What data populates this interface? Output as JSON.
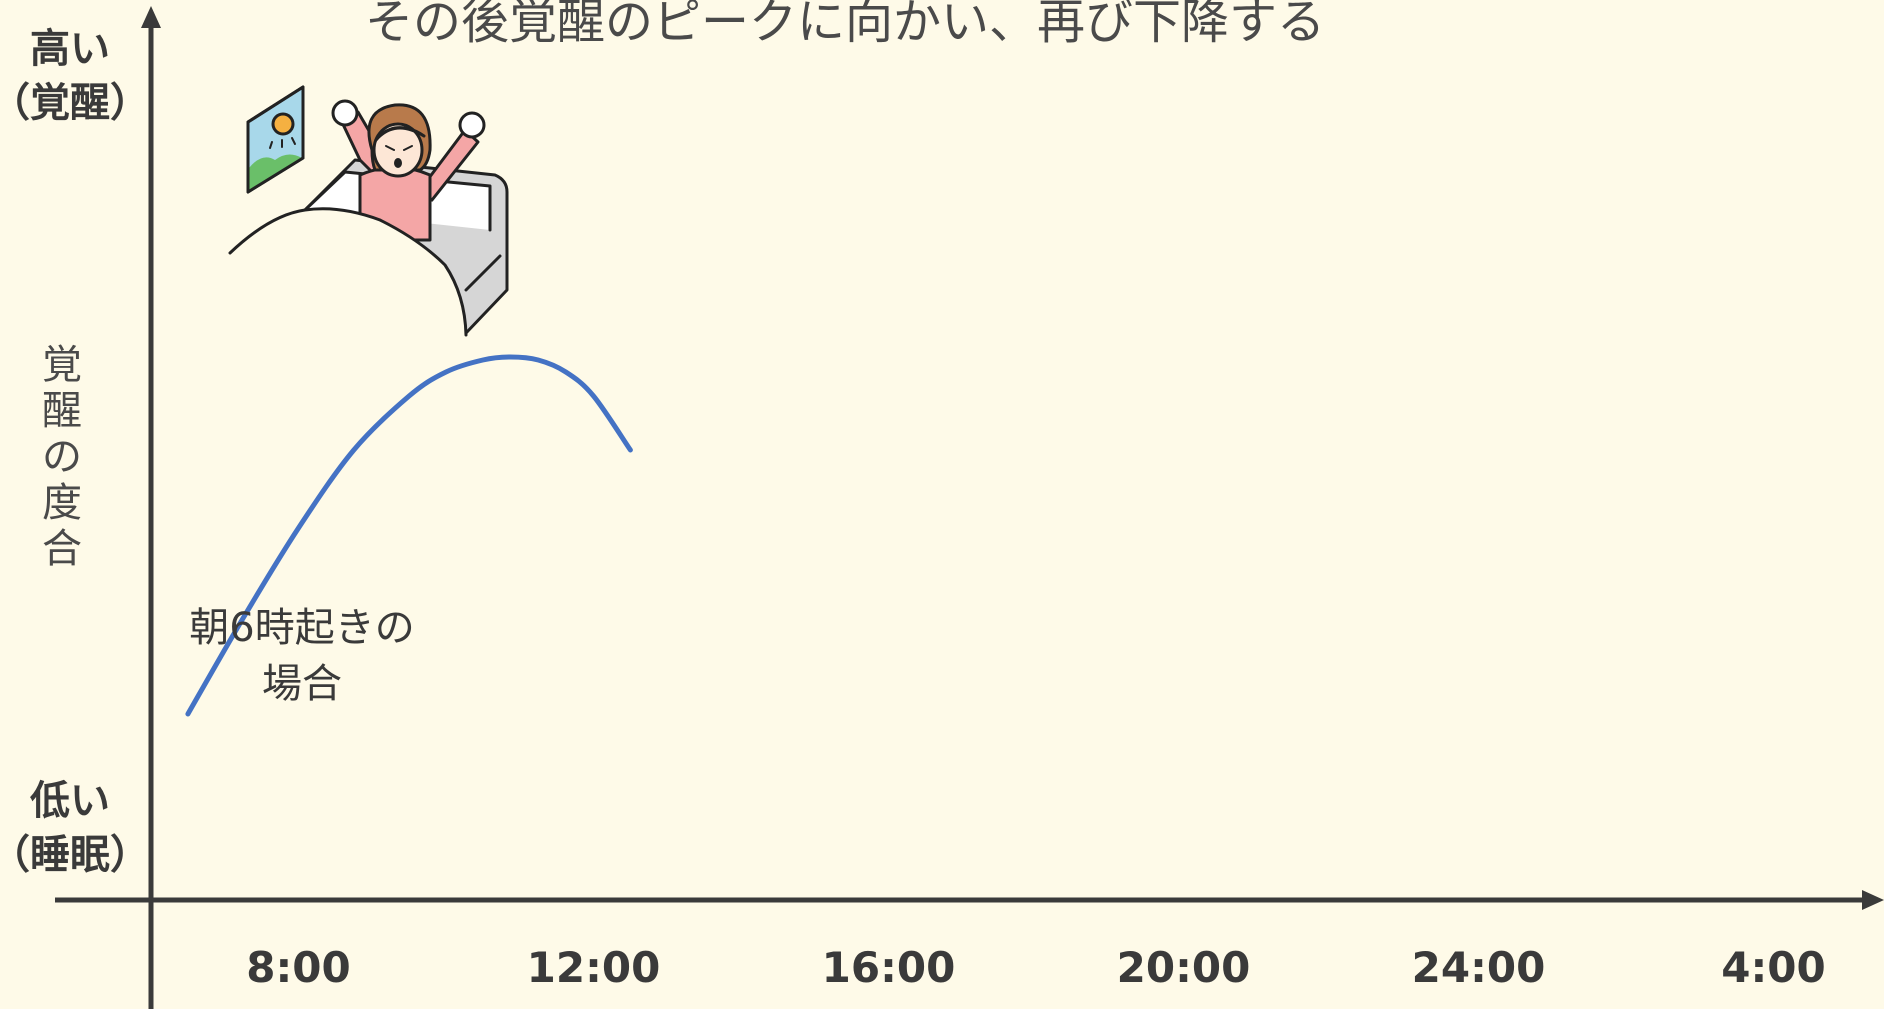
{
  "chart_data": {
    "type": "line",
    "title": "その後覚醒のピークに向かい、再び下降する",
    "ylabel": "覚醒の度合",
    "y_high_label": [
      "高い",
      "（覚醒）"
    ],
    "y_low_label": [
      "低い",
      "（睡眠）"
    ],
    "x_ticks": [
      "8:00",
      "12:00",
      "16:00",
      "20:00",
      "24:00",
      "4:00"
    ],
    "xlim": [
      6,
      30
    ],
    "ylim": [
      0,
      10
    ],
    "annotation": [
      "朝6時起きの",
      "場合"
    ],
    "series": [
      {
        "color": "#4472c4",
        "x": [
          6.5,
          7.25,
          8.0,
          8.75,
          9.5,
          10.0,
          10.5,
          10.875,
          11.25,
          11.625,
          12.0,
          12.5
        ],
        "y": [
          3.1,
          4.7,
          6.2,
          7.5,
          8.4,
          8.8,
          9.0,
          9.05,
          9.0,
          8.8,
          8.4,
          7.5
        ]
      }
    ],
    "colors": {
      "background": "#fefae8",
      "axis": "#3a3a3a",
      "line": "#4472c4"
    }
  }
}
